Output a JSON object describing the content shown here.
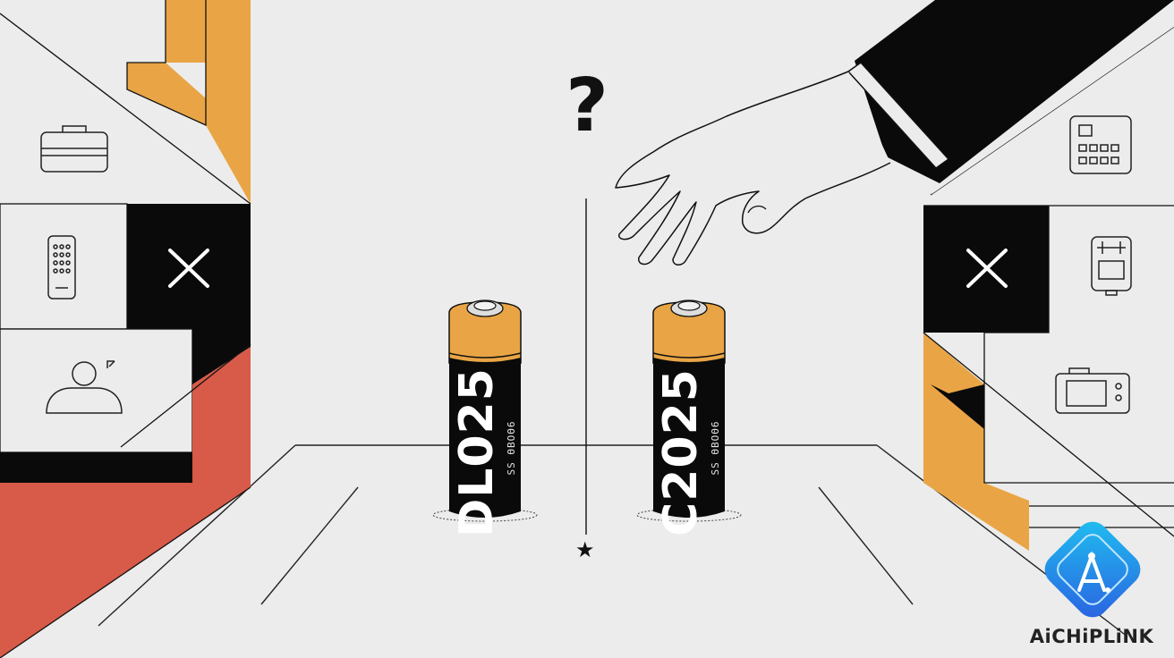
{
  "scene": {
    "question_mark": "?",
    "divider_star": "★"
  },
  "batteries": [
    {
      "model": "DL025",
      "subtext": "SS ΘBOΘ6"
    },
    {
      "model": "C2025",
      "subtext": "SS ΘBOΘ6"
    }
  ],
  "left_panel": {
    "icons": [
      "briefcase-icon",
      "remote-control-icon",
      "person-icon"
    ],
    "x_mark": "close-icon"
  },
  "right_panel": {
    "icons": [
      "calculator-icon",
      "scale-icon",
      "camera-icon"
    ],
    "x_mark": "close-icon"
  },
  "brand": {
    "name": "AiCHiPLiNK",
    "logo_icon": "aichiplink-logo-icon"
  },
  "colors": {
    "background": "#ececec",
    "orange": "#e9a545",
    "red": "#d85a48",
    "black": "#0a0a0a",
    "logo_blue": "#2b7de0"
  }
}
